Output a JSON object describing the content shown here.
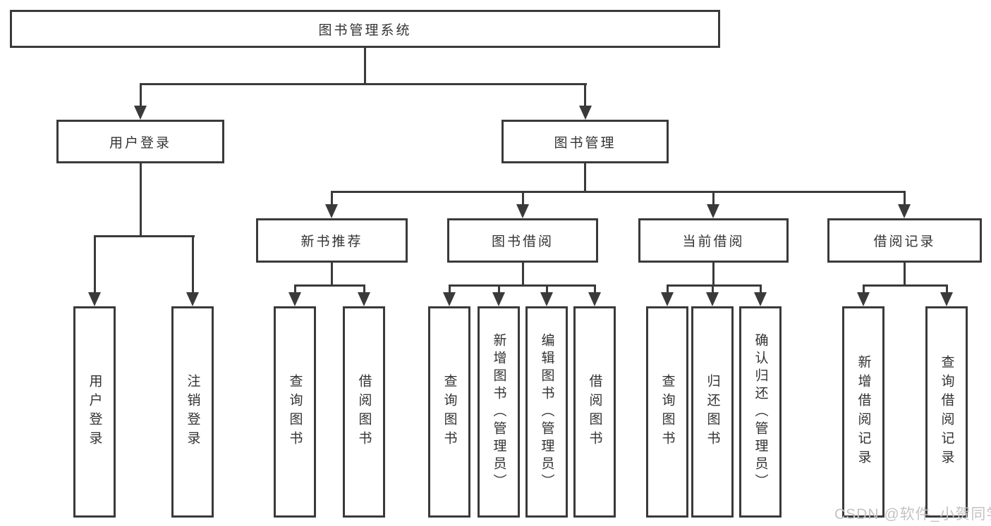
{
  "diagram_type": "tree",
  "colors": {
    "background": "#ffffff",
    "line": "#3a3a3a",
    "box_border": "#3a3a3a",
    "text": "#333333",
    "watermark": "#c3c3c3"
  },
  "nodes": {
    "root": {
      "label": "图书管理系统",
      "level": 1,
      "parent": null
    },
    "user_login": {
      "label": "用户登录",
      "level": 2,
      "parent": "root"
    },
    "book_mgmt": {
      "label": "图书管理",
      "level": 2,
      "parent": "root"
    },
    "new_book_rec": {
      "label": "新书推荐",
      "level": 3,
      "parent": "book_mgmt"
    },
    "book_borrow": {
      "label": "图书借阅",
      "level": 3,
      "parent": "book_mgmt"
    },
    "current_borrow": {
      "label": "当前借阅",
      "level": 3,
      "parent": "book_mgmt"
    },
    "borrow_records": {
      "label": "借阅记录",
      "level": 3,
      "parent": "book_mgmt"
    },
    "leaf_user_login": {
      "label": "用户登录",
      "level": 4,
      "parent": "user_login"
    },
    "leaf_logout": {
      "label": "注销登录",
      "level": 4,
      "parent": "user_login"
    },
    "leaf_nbr_query": {
      "label": "查询图书",
      "level": 4,
      "parent": "new_book_rec"
    },
    "leaf_nbr_borrow": {
      "label": "借阅图书",
      "level": 4,
      "parent": "new_book_rec"
    },
    "leaf_bb_query": {
      "label": "查询图书",
      "level": 4,
      "parent": "book_borrow"
    },
    "leaf_bb_add": {
      "label": "新增图书（管理员）",
      "level": 4,
      "parent": "book_borrow"
    },
    "leaf_bb_edit": {
      "label": "编辑图书（管理员）",
      "level": 4,
      "parent": "book_borrow"
    },
    "leaf_bb_borrow": {
      "label": "借阅图书",
      "level": 4,
      "parent": "book_borrow"
    },
    "leaf_cb_query": {
      "label": "查询图书",
      "level": 4,
      "parent": "current_borrow"
    },
    "leaf_cb_return": {
      "label": "归还图书",
      "level": 4,
      "parent": "current_borrow"
    },
    "leaf_cb_confirm": {
      "label": "确认归还（管理员）",
      "level": 4,
      "parent": "current_borrow"
    },
    "leaf_br_add": {
      "label": "新增借阅记录",
      "level": 4,
      "parent": "borrow_records"
    },
    "leaf_br_query": {
      "label": "查询借阅记录",
      "level": 4,
      "parent": "borrow_records"
    }
  },
  "watermark": {
    "text": "CSDN @软件_小贺同学"
  }
}
